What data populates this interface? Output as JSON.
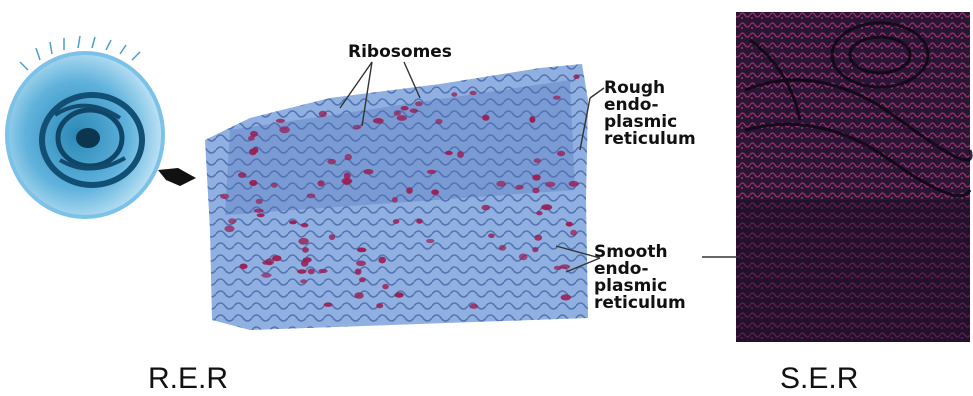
{
  "labels": {
    "ribosomes": "Ribosomes",
    "rough_er": [
      "Rough",
      "endo-",
      "plasmic",
      "reticulum"
    ],
    "smooth_er": [
      "Smooth",
      "endo-",
      "plasmic",
      "reticulum"
    ]
  },
  "captions": {
    "rer": "R.E.R",
    "ser": "S.E.R"
  },
  "colors": {
    "cell_light": "#9fd0ee",
    "cell_dark": "#1f6f98",
    "er_blue": "#7f9fd6",
    "er_dark": "#3a5aa0",
    "ribosome": "#9a1f55",
    "ser_dark": "#2a1535",
    "ser_pink": "#b03a78"
  }
}
